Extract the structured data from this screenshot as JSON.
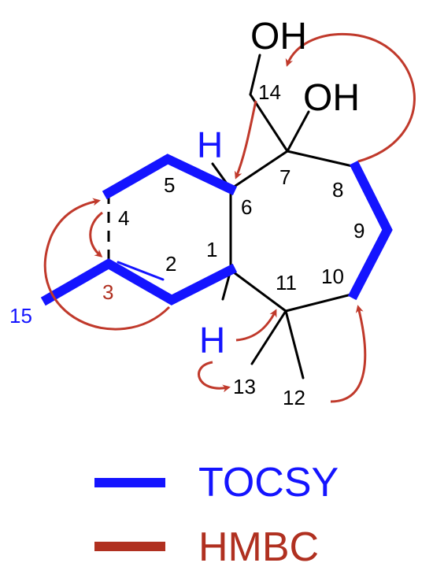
{
  "colors": {
    "bond": "#000000",
    "tocsy": "#1414ff",
    "hmbc": "#b03020",
    "hmbc_arrow": "#c0392b"
  },
  "labels": {
    "oh_top": "OH",
    "oh_right": "OH",
    "h_top": "H",
    "h_bottom": "H",
    "c1": "1",
    "c2": "2",
    "c3": "3",
    "c4": "4",
    "c5": "5",
    "c6": "6",
    "c7": "7",
    "c8": "8",
    "c9": "9",
    "c10": "10",
    "c11": "11",
    "c12": "12",
    "c13": "13",
    "c14": "14",
    "c15": "15"
  },
  "legend": {
    "tocsy": "TOCSY",
    "hmbc": "HMBC"
  }
}
